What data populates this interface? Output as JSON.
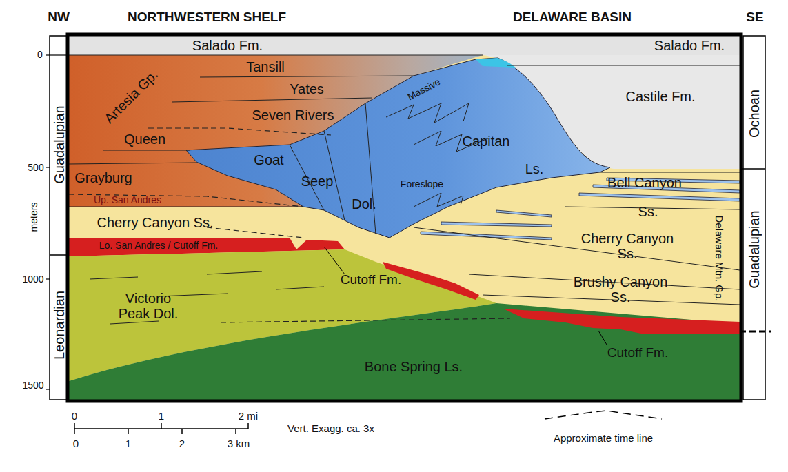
{
  "diagram": {
    "labels": [
      "NW",
      "NORTHWESTERN SHELF",
      "DELAWARE BASIN",
      "SE",
      "Salado Fm.",
      "Salado Fm.",
      "Tansill",
      "Yates",
      "Seven Rivers",
      "Queen",
      "Artesia Gp.",
      "Castile Fm.",
      "Massive",
      "Capitan",
      "Ls.",
      "Goat",
      "Seep",
      "Dol.",
      "Foreslope",
      "Grayburg",
      "Up. San Andres",
      "Bell Canyon",
      "Ss.",
      "Cherry Canyon Ss.",
      "Lo. San Andres / Cutoff Fm.",
      "Cherry Canyon Ss.",
      "Cutoff Fm.",
      "Victorio Peak Dol.",
      "Brushy Canyon Ss.",
      "Delaware Mtn. Gp.",
      "Bone Spring Ls.",
      "Cutoff Fm.",
      "Guadalupian",
      "Leonardian",
      "Ochoan",
      "Guadalupian",
      "0",
      "500",
      "meters",
      "1000",
      "1500",
      "0",
      "1",
      "2 mi",
      "0",
      "1",
      "2",
      "3 km",
      "Vert. Exagg. ca. 3x"
    ],
    "legend": [
      {
        "text": "Approximate time line"
      }
    ]
  }
}
